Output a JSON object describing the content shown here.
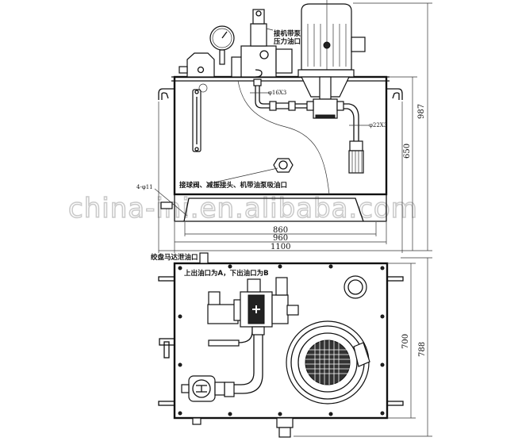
{
  "front_view": {
    "label_pump_pressure_port_line1": "接机带泵",
    "label_pump_pressure_port_line2": "压力油口",
    "label_pipe_small": "φ16X3",
    "label_pipe_large": "φ22X3",
    "label_suction_port": "接球阀、减振接头、机带油泵吸油口",
    "label_bolt_holes": "4-φ11",
    "dim_860": "860",
    "dim_960": "960",
    "dim_1100": "1100",
    "dim_987": "987",
    "dim_650": "650"
  },
  "top_view": {
    "label_winch_drain": "绞盘马达泄油口",
    "label_ports": "上出油口为A，下出油口为B",
    "dim_700": "700",
    "dim_788": "788"
  },
  "watermark": "china-ini.en.alibaba.com"
}
